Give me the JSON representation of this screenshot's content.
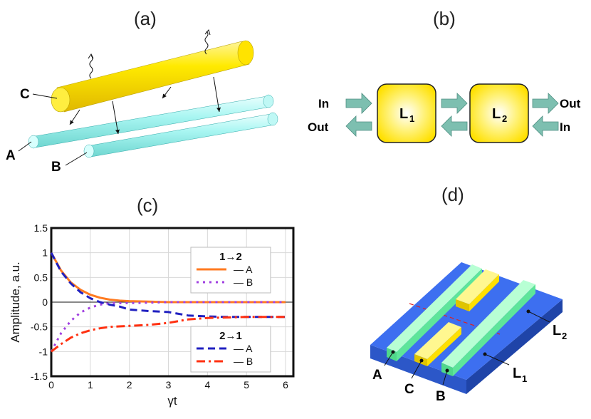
{
  "panels": {
    "a": {
      "label": "(a)",
      "fibers": {
        "c": "C",
        "a": "A",
        "b": "B"
      }
    },
    "b": {
      "label": "(b)",
      "box1": "L",
      "box1_sub": "1",
      "box2": "L",
      "box2_sub": "2",
      "in_left": "In",
      "out_left": "Out",
      "out_right": "Out",
      "in_right": "In"
    },
    "c": {
      "label": "(c)"
    },
    "d": {
      "label": "(d)",
      "label_a": "A",
      "label_c": "C",
      "label_b": "B",
      "label_l1": "L",
      "label_l1_sub": "1",
      "label_l2": "L",
      "label_l2_sub": "2"
    }
  },
  "colors": {
    "yellow": "#ffe000",
    "cyan": "#a0f5f0",
    "teal_arrow": "#7dbfb0",
    "blue_slab": "#3d6ff0",
    "green_strip": "#7ef0a0",
    "orange": "#ff7a20",
    "purple": "#a040e0",
    "navy": "#2020c0",
    "red": "#ff3010"
  },
  "chart_data": {
    "type": "line",
    "xlabel": "γt",
    "ylabel": "Amplitude, a.u.",
    "xlim": [
      0,
      6.2
    ],
    "ylim": [
      -1.5,
      1.5
    ],
    "xticks": [
      "0",
      "1",
      "2",
      "3",
      "4",
      "5",
      "6"
    ],
    "yticks": [
      "1.5",
      "1",
      "0.5",
      "0",
      "-0.5",
      "-1",
      "-1.5"
    ],
    "grid": true,
    "legend1": {
      "title": "1→2",
      "entries": [
        "— A",
        "— B"
      ]
    },
    "legend2": {
      "title": "2→1",
      "entries": [
        "— A",
        "— B"
      ]
    },
    "x": [
      0,
      0.25,
      0.5,
      0.75,
      1,
      1.25,
      1.5,
      1.75,
      2,
      2.5,
      3,
      3.5,
      4,
      4.5,
      5,
      5.5,
      6
    ],
    "series": [
      {
        "legend": "1→2 A",
        "style": "solid-orange",
        "values": [
          1,
          0.64,
          0.4,
          0.25,
          0.15,
          0.09,
          0.05,
          0.03,
          0.02,
          0.01,
          0,
          0,
          0,
          0,
          0,
          0,
          0
        ]
      },
      {
        "legend": "1→2 B",
        "style": "dot-purple",
        "values": [
          -1,
          -0.63,
          -0.38,
          -0.21,
          -0.11,
          -0.05,
          -0.02,
          -0.02,
          -0.02,
          -0.01,
          0,
          0,
          0,
          0,
          0,
          0,
          0
        ]
      },
      {
        "legend": "2→1 A",
        "style": "dash-navy",
        "values": [
          1,
          0.62,
          0.38,
          0.2,
          0.08,
          0.0,
          -0.05,
          -0.09,
          -0.15,
          -0.18,
          -0.2,
          -0.27,
          -0.29,
          -0.3,
          -0.3,
          -0.3,
          -0.3
        ]
      },
      {
        "legend": "2→1 B",
        "style": "dashdot-red",
        "values": [
          -1,
          -0.85,
          -0.72,
          -0.63,
          -0.57,
          -0.53,
          -0.5,
          -0.49,
          -0.48,
          -0.46,
          -0.42,
          -0.35,
          -0.32,
          -0.31,
          -0.3,
          -0.3,
          -0.3
        ]
      }
    ]
  }
}
